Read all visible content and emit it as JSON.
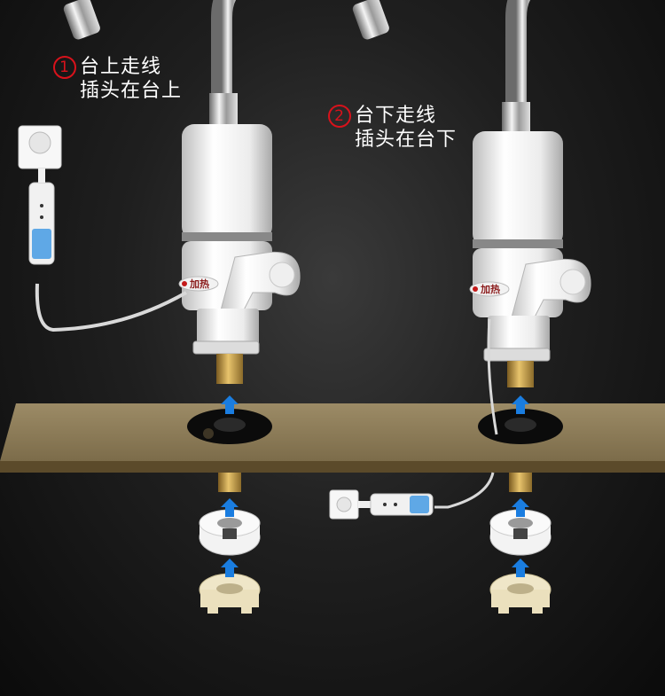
{
  "labels": [
    {
      "number": "1",
      "line1": "台上走线",
      "line2": "插头在台上"
    },
    {
      "number": "2",
      "line1": "台下走线",
      "line2": "插头在台下"
    }
  ],
  "faucets": [
    {
      "badge": "加热"
    },
    {
      "badge": "加热"
    }
  ],
  "colors": {
    "background": "#1f1f1f",
    "countertop": "#8a7a58",
    "arrow": "#1a7de0",
    "number_circle": "#d8121b",
    "brass": "#c9a24a",
    "gasket": "#0d0d0d"
  }
}
